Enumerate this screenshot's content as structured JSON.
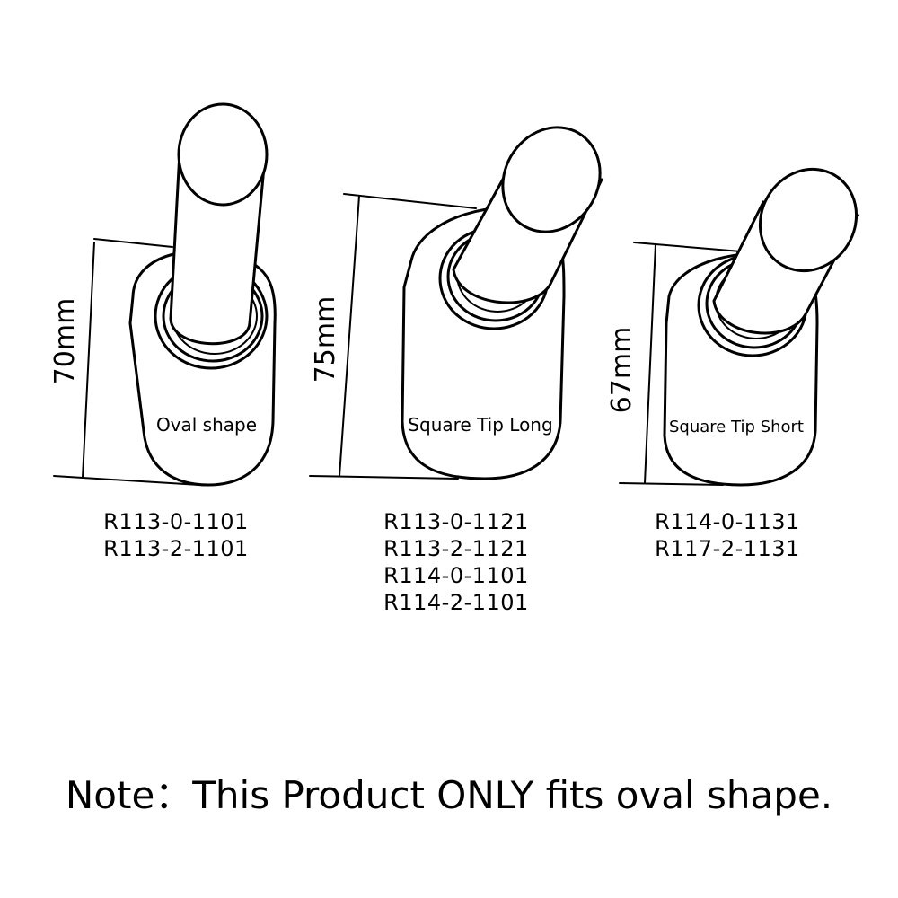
{
  "items": [
    {
      "dimension": "70mm",
      "shape_label": "Oval shape",
      "codes": [
        "R113-0-1101",
        "R113-2-1101"
      ]
    },
    {
      "dimension": "75mm",
      "shape_label": "Square Tip Long",
      "codes": [
        "R113-0-1121",
        "R113-2-1121",
        "R114-0-1101",
        "R114-2-1101"
      ]
    },
    {
      "dimension": "67mm",
      "shape_label": "Square Tip Short",
      "codes": [
        "R114-0-1131",
        "R117-2-1131"
      ]
    }
  ],
  "note": "Note：This Product ONLY fits oval shape."
}
